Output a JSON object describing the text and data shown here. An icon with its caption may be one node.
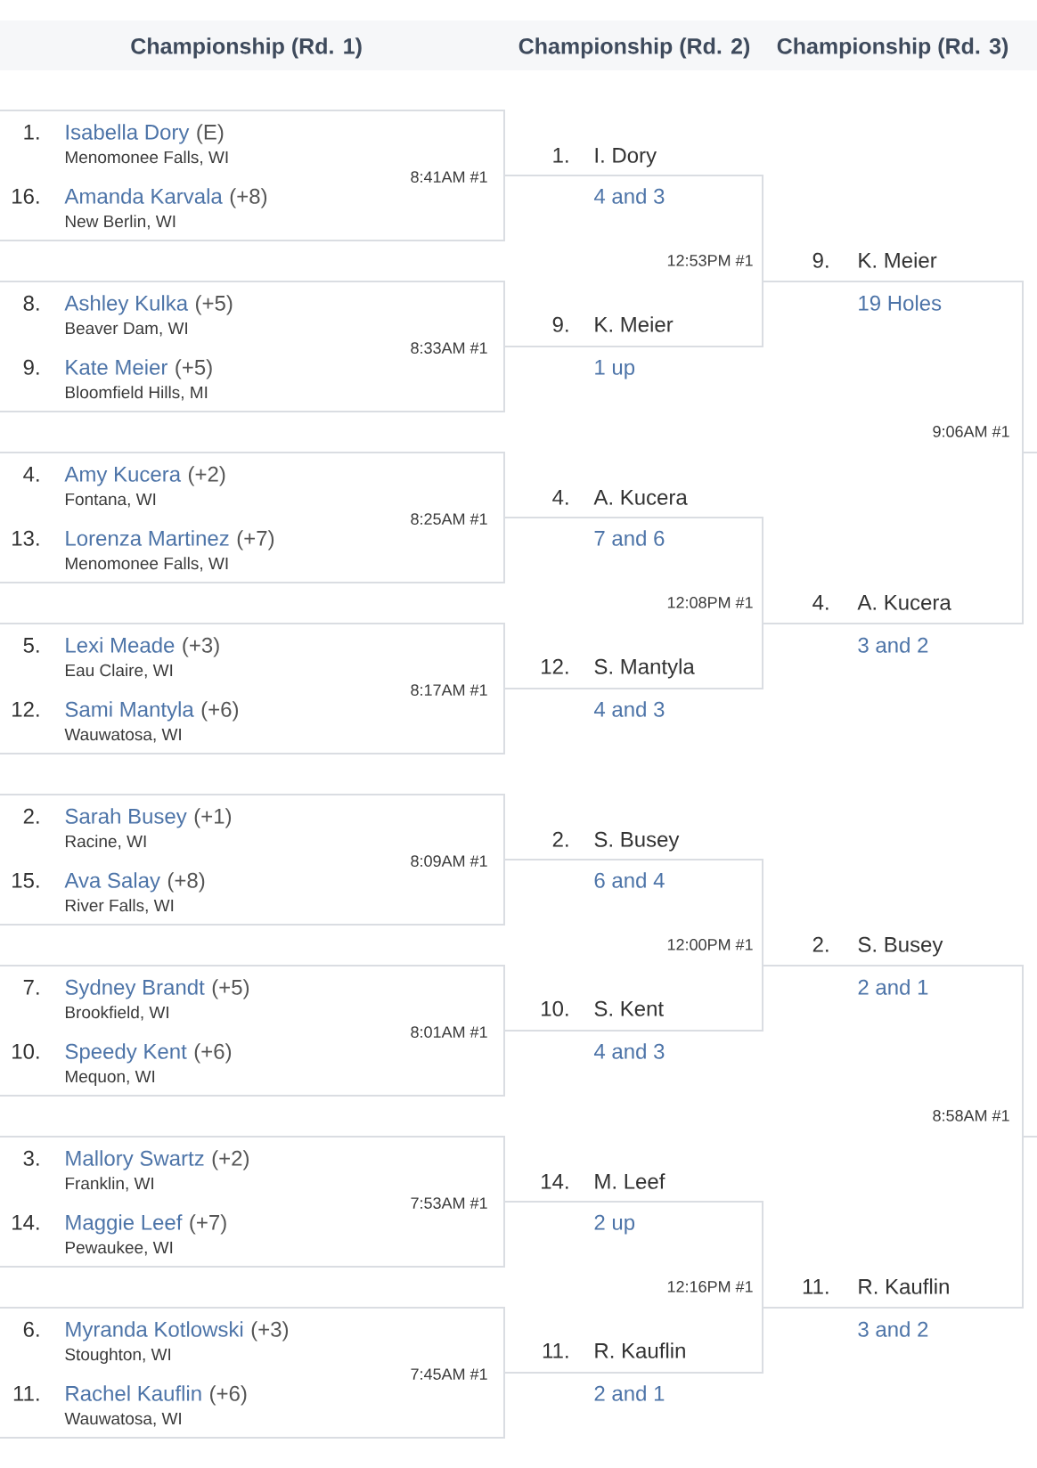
{
  "diagram": {
    "nodes": [
      {
        "text": [
          "1.",
          "Isabella Dory",
          "(E)",
          "Menomonee Falls, WI",
          "16.",
          "Amanda Karvala",
          "(+8)",
          "New Berlin, WI",
          "8:41AM #1"
        ]
      },
      {
        "text": [
          "8.",
          "Ashley Kulka",
          "(+5)",
          "Beaver Dam, WI",
          "9.",
          "Kate Meier",
          "(+5)",
          "Bloomfield Hills, MI",
          "8:33AM #1"
        ]
      },
      {
        "text": [
          "4.",
          "Amy Kucera",
          "(+2)",
          "Fontana, WI",
          "13.",
          "Lorenza Martinez",
          "(+7)",
          "Menomonee Falls, WI",
          "8:25AM #1"
        ]
      },
      {
        "text": [
          "5.",
          "Lexi Meade",
          "(+3)",
          "Eau Claire, WI",
          "12.",
          "Sami Mantyla",
          "(+6)",
          "Wauwatosa, WI",
          "8:17AM #1"
        ]
      },
      {
        "text": [
          "2.",
          "Sarah Busey",
          "(+1)",
          "Racine, WI",
          "15.",
          "Ava Salay",
          "(+8)",
          "River Falls, WI",
          "8:09AM #1"
        ]
      },
      {
        "text": [
          "7.",
          "Sydney Brandt",
          "(+5)",
          "Brookfield, WI",
          "10.",
          "Speedy Kent",
          "(+6)",
          "Mequon, WI",
          "8:01AM #1"
        ]
      },
      {
        "text": [
          "3.",
          "Mallory Swartz",
          "(+2)",
          "Franklin, WI",
          "14.",
          "Maggie Leef",
          "(+7)",
          "Pewaukee, WI",
          "7:53AM #1"
        ]
      },
      {
        "text": [
          "6.",
          "Myranda Kotlowski",
          "(+3)",
          "Stoughton, WI",
          "11.",
          "Rachel Kauflin",
          "(+6)",
          "Wauwatosa, WI",
          "7:45AM #1"
        ]
      },
      {
        "text": [
          "1.",
          "I. Dory",
          "4 and 3",
          "12:53PM #1",
          "9.",
          "K. Meier",
          "1 up"
        ]
      },
      {
        "text": [
          "4.",
          "A. Kucera",
          "7 and 6",
          "12:08PM #1",
          "12.",
          "S. Mantyla",
          "4 and 3"
        ]
      },
      {
        "text": [
          "2.",
          "S. Busey",
          "6 and 4",
          "12:00PM #1",
          "10.",
          "S. Kent",
          "4 and 3"
        ]
      },
      {
        "text": [
          "14.",
          "M. Leef",
          "2 up",
          "12:16PM #1",
          "11.",
          "R. Kauflin",
          "2 and 1"
        ]
      },
      {
        "text": [
          "9.",
          "K. Meier",
          "19 Holes",
          "9:06AM #1",
          "4.",
          "A. Kucera",
          "3 and 2"
        ]
      },
      {
        "text": [
          "2.",
          "S. Busey",
          "2 and 1",
          "8:58AM #1",
          "11.",
          "R. Kauflin",
          "3 and 2"
        ]
      }
    ],
    "edges": [
      {
        "from": 12,
        "to": null,
        "arrow": "none"
      },
      {
        "from": 13,
        "to": null,
        "arrow": "none"
      }
    ],
    "labels": [
      "Championship (Rd. 1)",
      "Championship (Rd. 2)",
      "Championship (Rd. 3)"
    ]
  }
}
